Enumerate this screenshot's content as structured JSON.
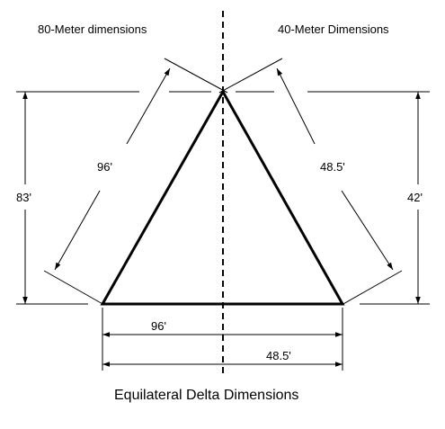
{
  "headers": {
    "left": "80-Meter dimensions",
    "right": "40-Meter Dimensions"
  },
  "dimensions": {
    "left_side": "96'",
    "right_side": "48.5'",
    "left_height": "83'",
    "right_height": "42'",
    "base_80m": "96'",
    "base_40m": "48.5'"
  },
  "title": "Equilateral Delta Dimensions"
}
